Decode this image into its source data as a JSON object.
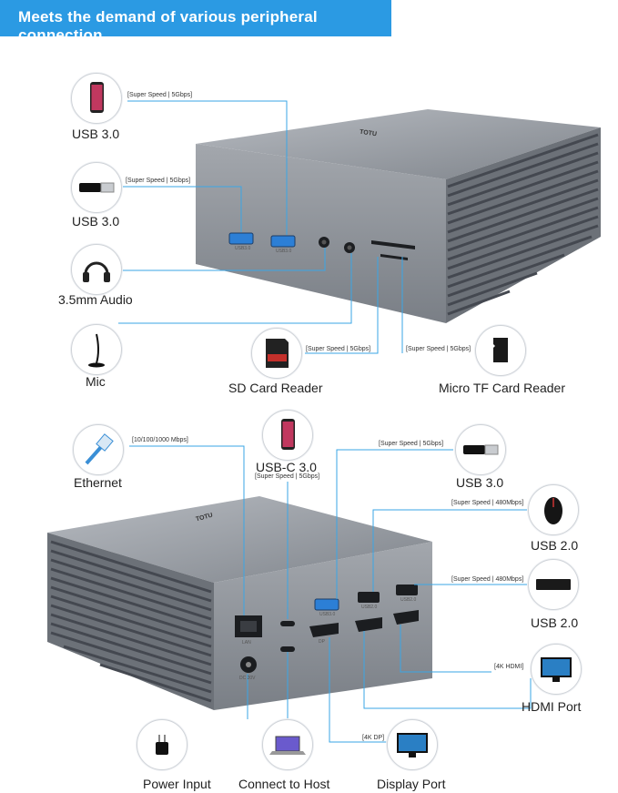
{
  "banner": {
    "title": "Meets the demand of various peripheral connection"
  },
  "top": {
    "usb30_a": {
      "label": "USB 3.0",
      "spec": "[Super Speed | 5Gbps]"
    },
    "usb30_b": {
      "label": "USB 3.0",
      "spec": "[Super Speed | 5Gbps]"
    },
    "audio": {
      "label": "3.5mm Audio"
    },
    "mic": {
      "label": "Mic"
    },
    "sd": {
      "label": "SD Card Reader",
      "spec": "[Super Speed | 5Gbps]"
    },
    "tf": {
      "label": "Micro TF Card Reader",
      "spec": "[Super Speed | 5Gbps]"
    },
    "port_usb3": "USB3.0",
    "logo": "TOTU"
  },
  "bottom": {
    "ethernet": {
      "label": "Ethernet",
      "spec": "[10/100/1000 Mbps]"
    },
    "usbc": {
      "label": "USB-C 3.0",
      "spec": "[Super Speed | 5Gbps]"
    },
    "usb30": {
      "label": "USB 3.0",
      "spec": "[Super Speed | 5Gbps]"
    },
    "usb20_a": {
      "label": "USB 2.0",
      "spec": "[Super Speed | 480Mbps]"
    },
    "usb20_b": {
      "label": "USB 2.0",
      "spec": "[Super Speed | 480Mbps]"
    },
    "hdmi": {
      "label": "HDMI Port",
      "spec": "[4K HDMI]"
    },
    "power": {
      "label": "Power Input"
    },
    "host": {
      "label": "Connect to Host"
    },
    "dp": {
      "label": "Display Port",
      "spec": "[4K DP]"
    },
    "port_lan": "LAN",
    "port_dc": "DC 20V",
    "port_usb3": "USB3.0",
    "port_usb2": "USB2.0",
    "port_dp": "DP",
    "logo": "TOTU"
  },
  "colors": {
    "banner": "#2b9ae3",
    "line": "#3aa6e6",
    "case": "#8e9299"
  }
}
